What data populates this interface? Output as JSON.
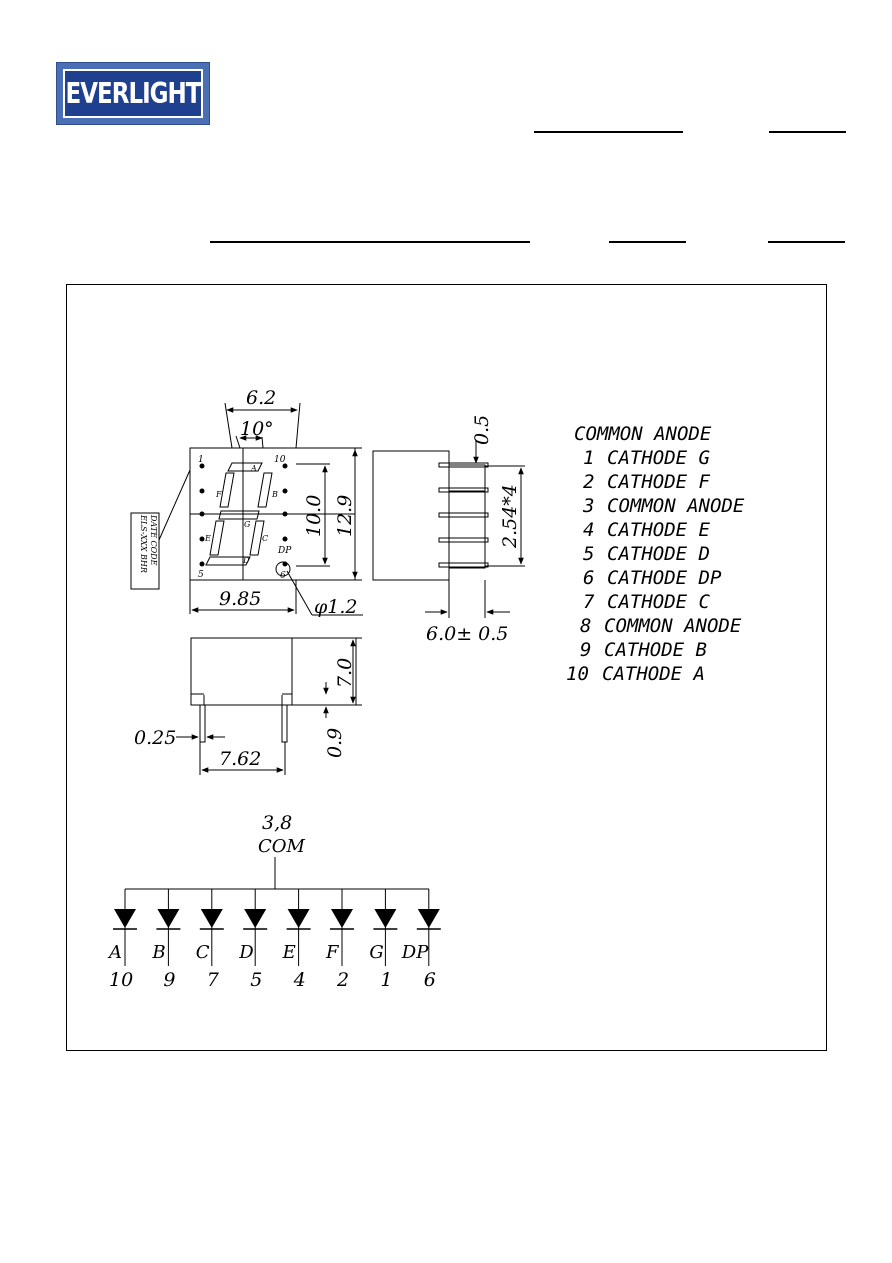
{
  "header": {
    "logo_text": "EVERLIGHT"
  },
  "dimensions": {
    "width_top": "6.2",
    "angle": "10°",
    "height_inner": "10.0",
    "height_outer": "12.9",
    "width_bottom": "9.85",
    "hole_dia": "φ1.2",
    "pin_gap": "0.5",
    "pin_pitch": "2.54*4",
    "lead_length": "6.0± 0.5",
    "body_height": "7.0",
    "lead_width": "0.25",
    "standoff": "0.9",
    "row_spacing": "7.62"
  },
  "front_labels": {
    "pin1": "1",
    "pin10": "10",
    "pin5": "5",
    "pin6": "6",
    "seg_a": "A",
    "seg_b": "B",
    "seg_c": "C",
    "seg_d": "D",
    "seg_e": "E",
    "seg_f": "F",
    "seg_g": "G",
    "seg_dp": "DP",
    "side_label_line1": "ELS-XXX BHR",
    "side_label_line2": "DATE CODE"
  },
  "pin_table": {
    "title": "COMMON ANODE",
    "rows": [
      {
        "num": "1",
        "name": "CATHODE G"
      },
      {
        "num": "2",
        "name": "CATHODE F"
      },
      {
        "num": "3",
        "name": "COMMON ANODE"
      },
      {
        "num": "4",
        "name": "CATHODE E"
      },
      {
        "num": "5",
        "name": "CATHODE D"
      },
      {
        "num": "6",
        "name": "CATHODE DP"
      },
      {
        "num": "7",
        "name": "CATHODE C"
      },
      {
        "num": "8",
        "name": "COMMON ANODE"
      },
      {
        "num": "9",
        "name": "CATHODE B"
      },
      {
        "num": "10",
        "name": "CATHODE A"
      }
    ]
  },
  "schematic": {
    "com_pins": "3,8",
    "com_label": "COM",
    "diodes": [
      {
        "seg": "A",
        "pin": "10"
      },
      {
        "seg": "B",
        "pin": "9"
      },
      {
        "seg": "C",
        "pin": "7"
      },
      {
        "seg": "D",
        "pin": "5"
      },
      {
        "seg": "E",
        "pin": "4"
      },
      {
        "seg": "F",
        "pin": "2"
      },
      {
        "seg": "G",
        "pin": "1"
      },
      {
        "seg": "DP",
        "pin": "6"
      }
    ]
  }
}
